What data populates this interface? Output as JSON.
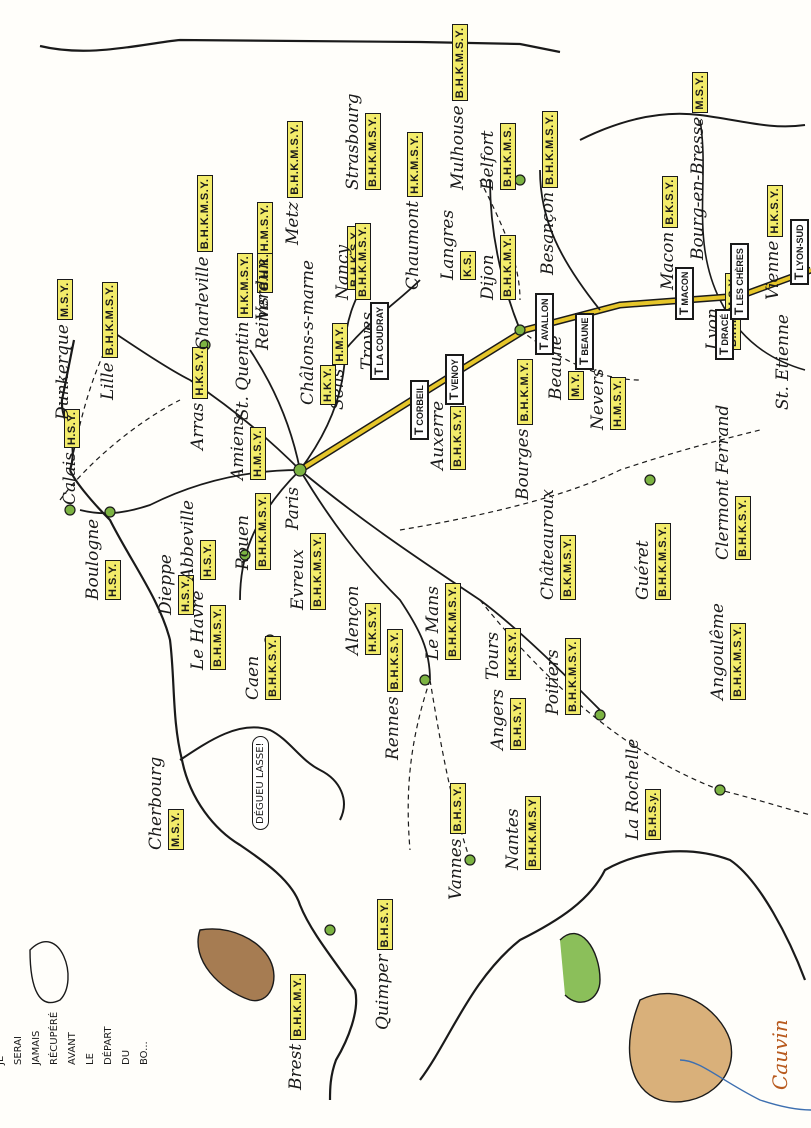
{
  "map": {
    "colors": {
      "background": "#fffefa",
      "road": "#1a1a1a",
      "motorway": "#e6c62a",
      "badge": "#f3ec6a",
      "dot": "#7cb342"
    },
    "cities": [
      {
        "id": "brest",
        "name": "Brest",
        "badge": "B.H.K.M.Y."
      },
      {
        "id": "quimper",
        "name": "Quimper",
        "badge": "B.H.S.Y."
      },
      {
        "id": "vannes",
        "name": "Vannes",
        "badge": "B.H.S.Y."
      },
      {
        "id": "nantes",
        "name": "Nantes",
        "badge": "B.H.K.M.S.Y"
      },
      {
        "id": "la-rochelle",
        "name": "La Rochelle",
        "badge": "B.H.S.y."
      },
      {
        "id": "cherbourg",
        "name": "Cherbourg",
        "badge": "M.S.Y."
      },
      {
        "id": "rennes",
        "name": "Rennes",
        "badge": "B.H.K.S.Y."
      },
      {
        "id": "angers",
        "name": "Angers",
        "badge": "B.H.S.Y."
      },
      {
        "id": "poitiers",
        "name": "Poitiers",
        "badge": "B.H.K.M.S.Y."
      },
      {
        "id": "angouleme",
        "name": "Angoulême",
        "badge": "B.H.K.M.S.Y."
      },
      {
        "id": "caen",
        "name": "Caen",
        "badge": "B.H.K.S.Y."
      },
      {
        "id": "le-havre",
        "name": "Le Havre",
        "badge": "B.H.M.S.Y."
      },
      {
        "id": "dieppe",
        "name": "Dieppe",
        "badge": "H.S.Y."
      },
      {
        "id": "alencon",
        "name": "Alençon",
        "badge": "H.K.S.Y."
      },
      {
        "id": "le-mans",
        "name": "Le Mans",
        "badge": "B.H.K.M.S.Y."
      },
      {
        "id": "tours",
        "name": "Tours",
        "badge": "H.K.S.Y."
      },
      {
        "id": "gueret",
        "name": "Guéret",
        "badge": "B.H.K.M.S.Y."
      },
      {
        "id": "boulogne",
        "name": "Boulogne",
        "badge": "H.S.Y."
      },
      {
        "id": "abbeville",
        "name": "Abbeville",
        "badge": "H.S.Y."
      },
      {
        "id": "rouen",
        "name": "Rouen",
        "badge": "B.H.K.M.S.Y."
      },
      {
        "id": "evreux",
        "name": "Evreux",
        "badge": "B.H.K.M.S.Y."
      },
      {
        "id": "chateauroux",
        "name": "Châteauroux",
        "badge": "B.K.M.S.Y."
      },
      {
        "id": "clermont",
        "name": "Clermont Ferrand",
        "badge": "B.H.K.S.Y."
      },
      {
        "id": "calais",
        "name": "Calais",
        "badge": "H.S.Y."
      },
      {
        "id": "dunkerque",
        "name": "Dunkerque",
        "badge": "M.S.Y."
      },
      {
        "id": "lille",
        "name": "Lille",
        "badge": "B.H.K.M.S.Y."
      },
      {
        "id": "arras",
        "name": "Arras",
        "badge": "H.K.S.Y."
      },
      {
        "id": "amiens",
        "name": "Amiens",
        "badge": "H.M.S.Y."
      },
      {
        "id": "paris",
        "name": "Paris",
        "badge": ""
      },
      {
        "id": "bourges",
        "name": "Bourges",
        "badge": "B.H.K.M.Y."
      },
      {
        "id": "nevers",
        "name": "Nevers",
        "badge": "H.M.S.Y."
      },
      {
        "id": "auxerre",
        "name": "Auxerre",
        "badge": "B.H.K.S.Y."
      },
      {
        "id": "sens",
        "name": "Sens",
        "badge": "H.M.Y."
      },
      {
        "id": "st-quentin",
        "name": "St. Quentin",
        "badge": "H.K.M.S.Y."
      },
      {
        "id": "charleville",
        "name": "Charleville",
        "badge": "B.H.K.M.S.Y."
      },
      {
        "id": "reims",
        "name": "Reims",
        "badge": "B.H.K.M.S.Y."
      },
      {
        "id": "chalons",
        "name": "Châlons-s-marne",
        "badge": "H.K.Y."
      },
      {
        "id": "troyes",
        "name": "Troyes",
        "badge": "B.H.K.S.Y."
      },
      {
        "id": "beaune",
        "name": "Beaune",
        "badge": "M.Y."
      },
      {
        "id": "verdun",
        "name": "Verdun",
        "badge": "H.M.S.Y."
      },
      {
        "id": "metz",
        "name": "Metz",
        "badge": "B.H.K.M.S.Y."
      },
      {
        "id": "nancy",
        "name": "Nancy",
        "badge": "B.H.K.M.S.Y."
      },
      {
        "id": "chaumont",
        "name": "Chaumont",
        "badge": "H.K.M.S.Y."
      },
      {
        "id": "dijon",
        "name": "Dijon",
        "badge": "B.H.K.M.Y."
      },
      {
        "id": "lyon",
        "name": "Lyon",
        "badge": "B.H.K.M.S.Y."
      },
      {
        "id": "st-etienne",
        "name": "St. Etienne",
        "badge": ""
      },
      {
        "id": "strasbourg",
        "name": "Strasbourg",
        "badge": "B.H.K.M.S.Y."
      },
      {
        "id": "mulhouse",
        "name": "Mulhouse",
        "badge": "B.H.K.M.S.Y."
      },
      {
        "id": "langres",
        "name": "Langres",
        "badge": "K.S."
      },
      {
        "id": "belfort",
        "name": "Belfort",
        "badge": "B.H.K.M.S."
      },
      {
        "id": "besancon",
        "name": "Besançon",
        "badge": "B.H.K.M.S.Y."
      },
      {
        "id": "macon",
        "name": "Macon",
        "badge": "B.K.S.Y."
      },
      {
        "id": "bourg",
        "name": "Bourg-en-Bresse",
        "badge": "M.S.Y."
      },
      {
        "id": "vienne",
        "name": "Vienne",
        "badge": "H.K.S.Y."
      }
    ],
    "motels": [
      {
        "id": "corbeil",
        "label": "CORBEIL"
      },
      {
        "id": "coudray",
        "label": "LA COUDRAY"
      },
      {
        "id": "venoy",
        "label": "VENOY"
      },
      {
        "id": "avallon",
        "label": "AVALLON"
      },
      {
        "id": "beaune-m",
        "label": "BEAUNE"
      },
      {
        "id": "dracé",
        "label": "DRACÉ"
      },
      {
        "id": "macon-m",
        "label": "MACON"
      },
      {
        "id": "cheres",
        "label": "LES CHÈRES"
      },
      {
        "id": "lyon-sud",
        "label": "LYON-SUD"
      }
    ],
    "bubble": "DÉGUEU LASSE!",
    "caption": "JE\nSERAI\nJAMAIS\nRÉCUPÉRÉ\nAVANT\nLE\nDÉPART\nDU\nBO...",
    "signature": "Cauvin"
  }
}
